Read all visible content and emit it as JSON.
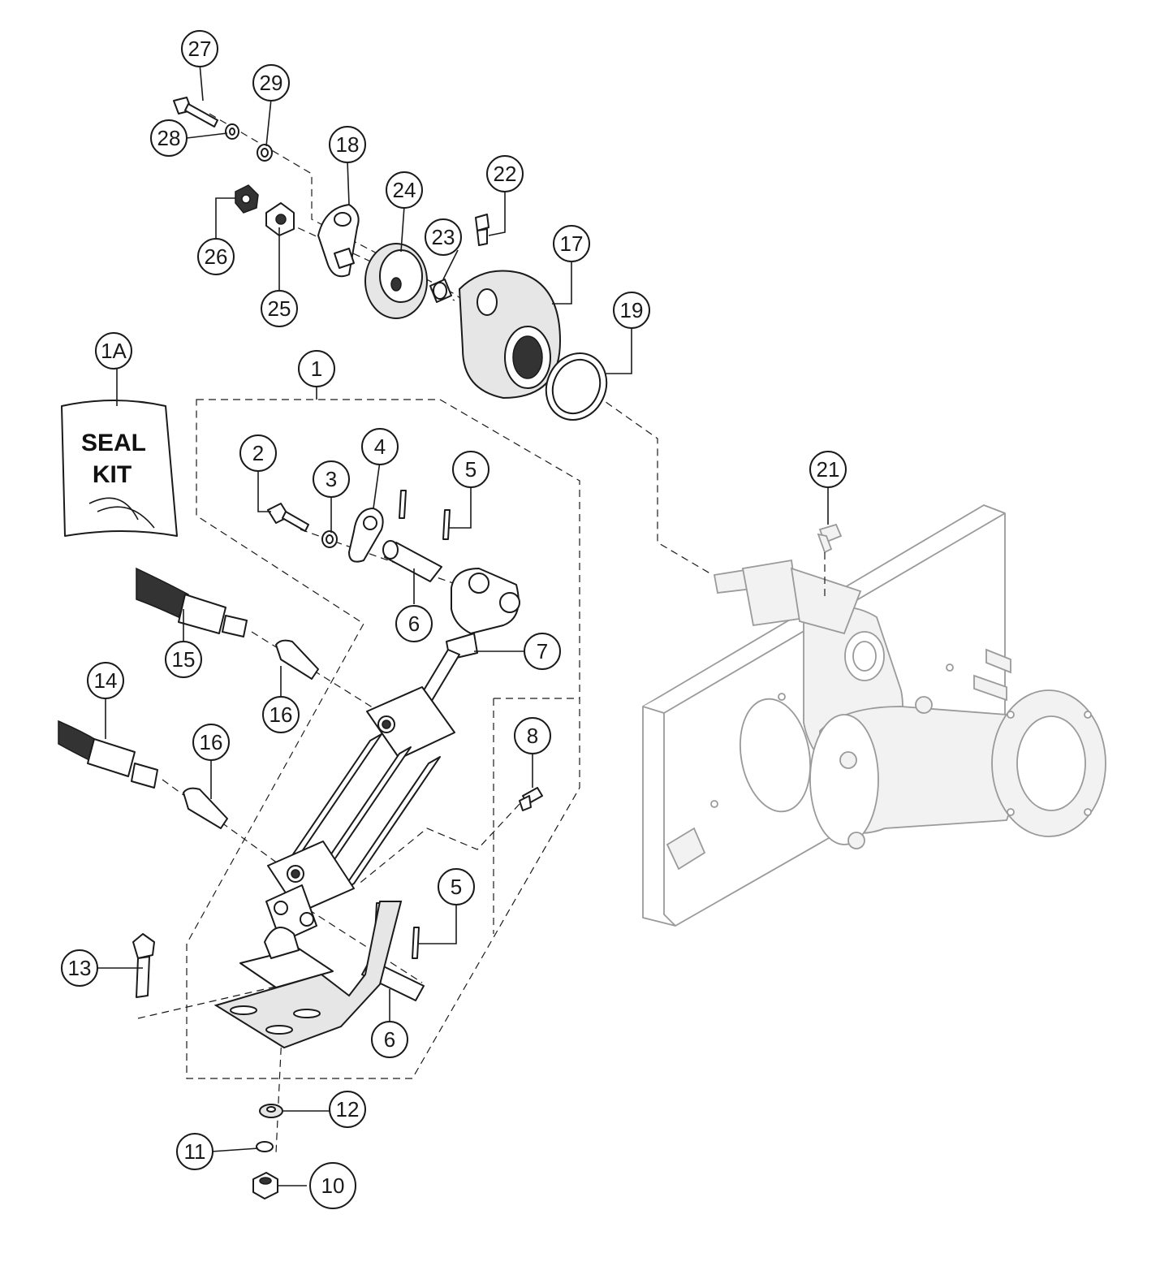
{
  "seal_kit": {
    "line1": "SEAL",
    "line2": "KIT"
  },
  "callouts": {
    "c1A": "1A",
    "c1": "1",
    "c2": "2",
    "c3": "3",
    "c4": "4",
    "c5a": "5",
    "c5b": "5",
    "c6a": "6",
    "c6b": "6",
    "c7": "7",
    "c8": "8",
    "c10": "10",
    "c11": "11",
    "c12": "12",
    "c13": "13",
    "c14": "14",
    "c15": "15",
    "c16a": "16",
    "c16b": "16",
    "c17": "17",
    "c18": "18",
    "c19": "19",
    "c21": "21",
    "c22": "22",
    "c23": "23",
    "c24": "24",
    "c25": "25",
    "c26": "26",
    "c27": "27",
    "c28": "28",
    "c29": "29"
  }
}
